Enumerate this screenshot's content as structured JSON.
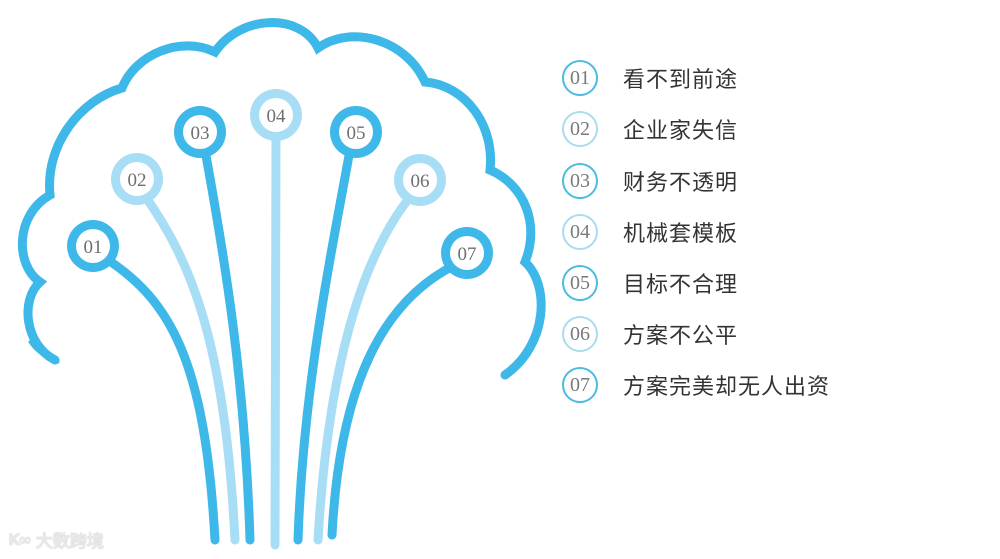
{
  "colors": {
    "dark_blue": "#3db8e8",
    "light_blue": "#a8def5",
    "number_text": "#6e6e6e",
    "legend_text": "#333333"
  },
  "diagram": {
    "type": "cloud-tree",
    "bulbs": [
      {
        "id": "01",
        "label": "01",
        "shade": "dark"
      },
      {
        "id": "02",
        "label": "02",
        "shade": "light"
      },
      {
        "id": "03",
        "label": "03",
        "shade": "dark"
      },
      {
        "id": "04",
        "label": "04",
        "shade": "light"
      },
      {
        "id": "05",
        "label": "05",
        "shade": "dark"
      },
      {
        "id": "06",
        "label": "06",
        "shade": "light"
      },
      {
        "id": "07",
        "label": "07",
        "shade": "dark"
      }
    ]
  },
  "legend": {
    "items": [
      {
        "num": "01",
        "text": "看不到前途"
      },
      {
        "num": "02",
        "text": "企业家失信"
      },
      {
        "num": "03",
        "text": "财务不透明"
      },
      {
        "num": "04",
        "text": "机械套模板"
      },
      {
        "num": "05",
        "text": "目标不合理"
      },
      {
        "num": "06",
        "text": "方案不公平"
      },
      {
        "num": "07",
        "text": "方案完美却无人出资"
      }
    ]
  },
  "watermark": {
    "logo": "K∞",
    "text": "大数跨境"
  }
}
